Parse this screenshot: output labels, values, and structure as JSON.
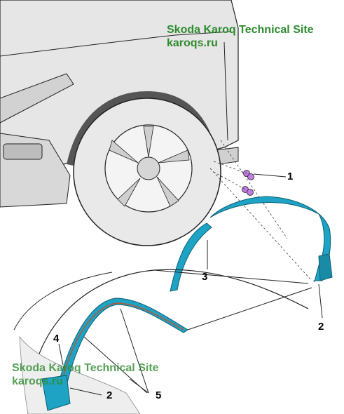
{
  "watermark": {
    "title": "Skoda Karoq Technical Site",
    "url": "karoqs.ru",
    "color": "#2e8b2e"
  },
  "callouts": [
    {
      "id": "1",
      "label": "1"
    },
    {
      "id": "2",
      "label": "2"
    },
    {
      "id": "3",
      "label": "3"
    },
    {
      "id": "4",
      "label": "4"
    },
    {
      "id": "5",
      "label": "5"
    },
    {
      "id": "2b",
      "label": "2"
    }
  ],
  "colors": {
    "trim": "#1fa3c4",
    "clip": "#c27be0",
    "line": "#222222",
    "body": "#e6e6e6"
  }
}
